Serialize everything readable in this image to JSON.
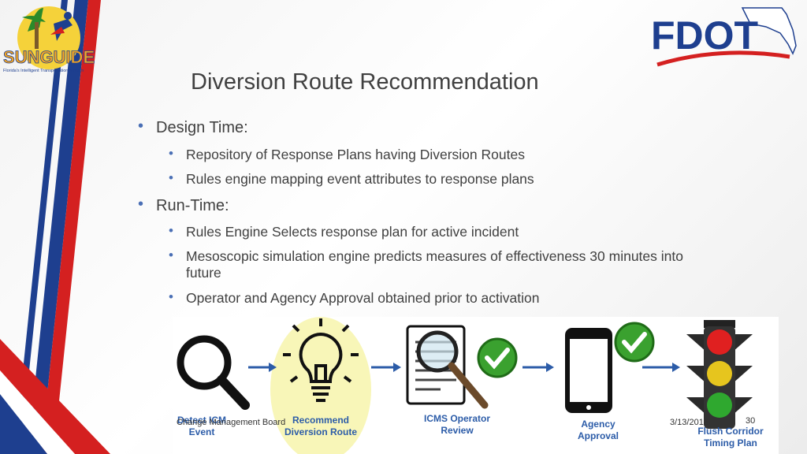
{
  "logos": {
    "left": {
      "name": "SUNGUIDE",
      "tagline": "Florida's Intelligent Transportation System"
    },
    "right": {
      "name": "FDOT"
    }
  },
  "title": "Diversion Route Recommendation",
  "bullets": [
    {
      "label": "Design Time:",
      "items": [
        "Repository of Response Plans having Diversion Routes",
        "Rules engine mapping event attributes to response plans"
      ]
    },
    {
      "label": "Run-Time:",
      "items": [
        "Rules Engine Selects response plan for active incident",
        "Mesoscopic simulation engine predicts measures of effectiveness 30 minutes into",
        "future",
        "Operator and Agency Approval obtained prior to activation"
      ]
    }
  ],
  "flow_steps": [
    {
      "line1": "Detect ICM",
      "line2": "Event",
      "icon": "magnifier-icon"
    },
    {
      "line1": "Recommend",
      "line2": "Diversion Route",
      "icon": "lightbulb-icon"
    },
    {
      "line1": "ICMS Operator",
      "line2": "Review",
      "icon": "document-review-icon"
    },
    {
      "line1": "Agency",
      "line2": "Approval",
      "icon": "phone-icon"
    },
    {
      "line1": "Flush Corridor",
      "line2": "Timing Plan",
      "icon": "traffic-light-icon"
    }
  ],
  "footer": {
    "left": "Change Management Board",
    "date": "3/13/2018",
    "page": "30"
  },
  "colors": {
    "accent_blue": "#2c5ca8",
    "bullet": "#4a6fb5",
    "stripe_red": "#d42020",
    "stripe_blue": "#1e3f8f",
    "check_green": "#3aa12f"
  }
}
